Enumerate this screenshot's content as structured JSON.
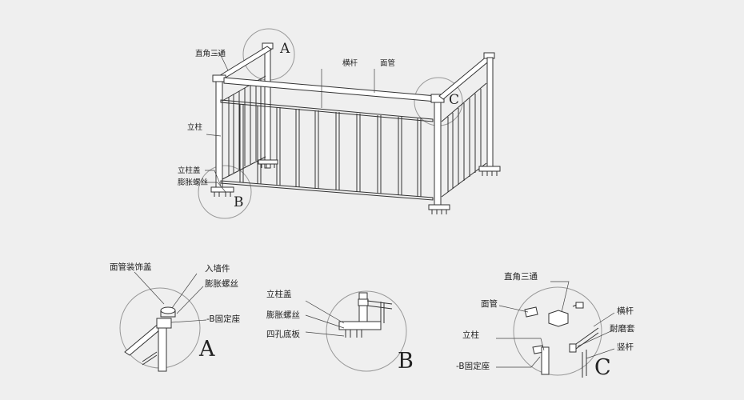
{
  "main": {
    "zhijiao_santong": "直角三通",
    "henggan": "横杆",
    "mianguan": "面管",
    "lizhu": "立柱",
    "lizhu_gai": "立柱盖",
    "pengzhang_luosi": "膨胀螺丝",
    "A": "A",
    "B": "B",
    "C": "C"
  },
  "detailA": {
    "mianguan_zhuangshigai": "面管装饰盖",
    "ruqiangjian": "入墙件",
    "pengzhang_luosi": "膨胀螺丝",
    "b_gudingzuo": "-B固定座",
    "letter": "A"
  },
  "detailB": {
    "lizhu_gai": "立柱盖",
    "pengzhang_luosi": "膨胀螺丝",
    "sikong_diban": "四孔底板",
    "letter": "B"
  },
  "detailC": {
    "zhijiao_santong": "直角三通",
    "mianguan": "面管",
    "lizhu": "立柱",
    "b_gudingzuo": "-B固定座",
    "henggan": "横杆",
    "naimotao": "耐磨套",
    "shugan": "竖杆",
    "letter": "C"
  }
}
